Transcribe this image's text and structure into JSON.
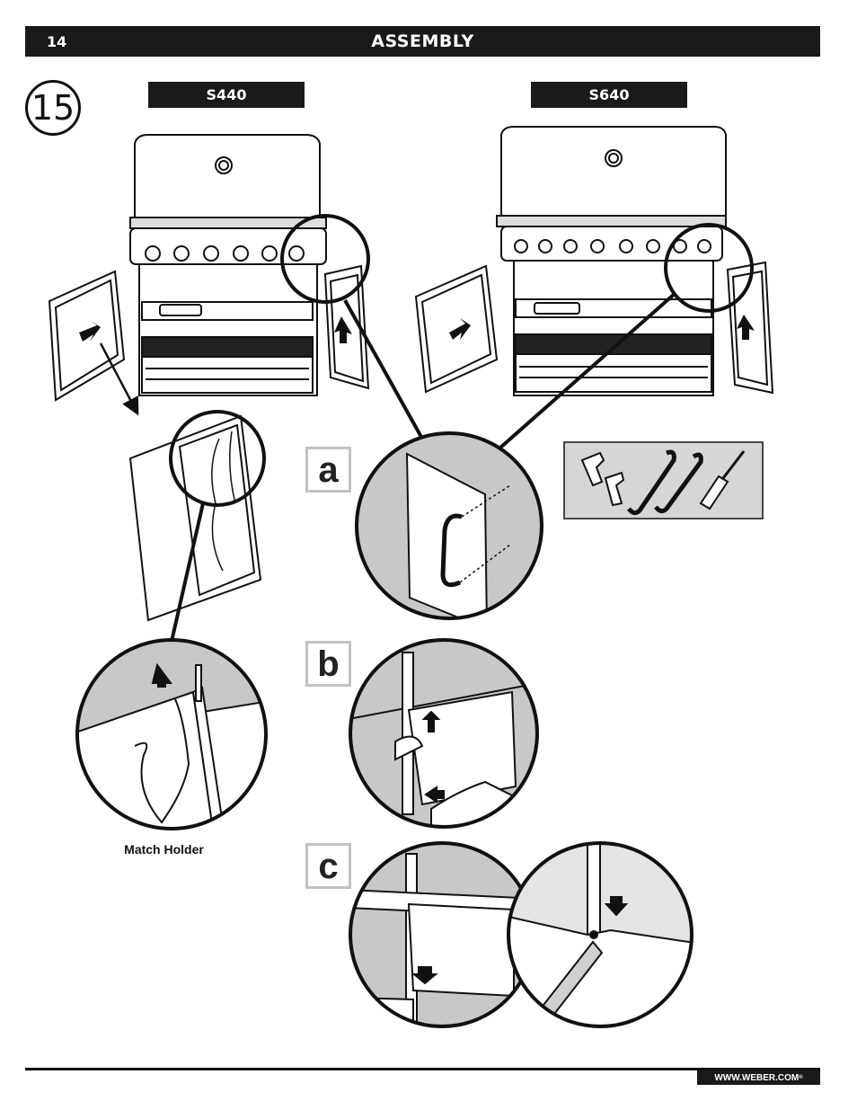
{
  "header": {
    "page_number": "14",
    "section_title": "ASSEMBLY"
  },
  "step": {
    "number": "15"
  },
  "models": {
    "left": "S440",
    "right": "S640"
  },
  "substeps": {
    "a": "a",
    "b": "b",
    "c": "c"
  },
  "caption": {
    "match_holder": "Match Holder"
  },
  "footer": {
    "website": "WWW.WEBER.COM",
    "trademark": "®"
  },
  "colors": {
    "bar": "#1a1a1a",
    "detail_gray": "#c8c8c8",
    "box_border": "#c2c2c2",
    "hardware_bg": "#d6d6d6"
  }
}
